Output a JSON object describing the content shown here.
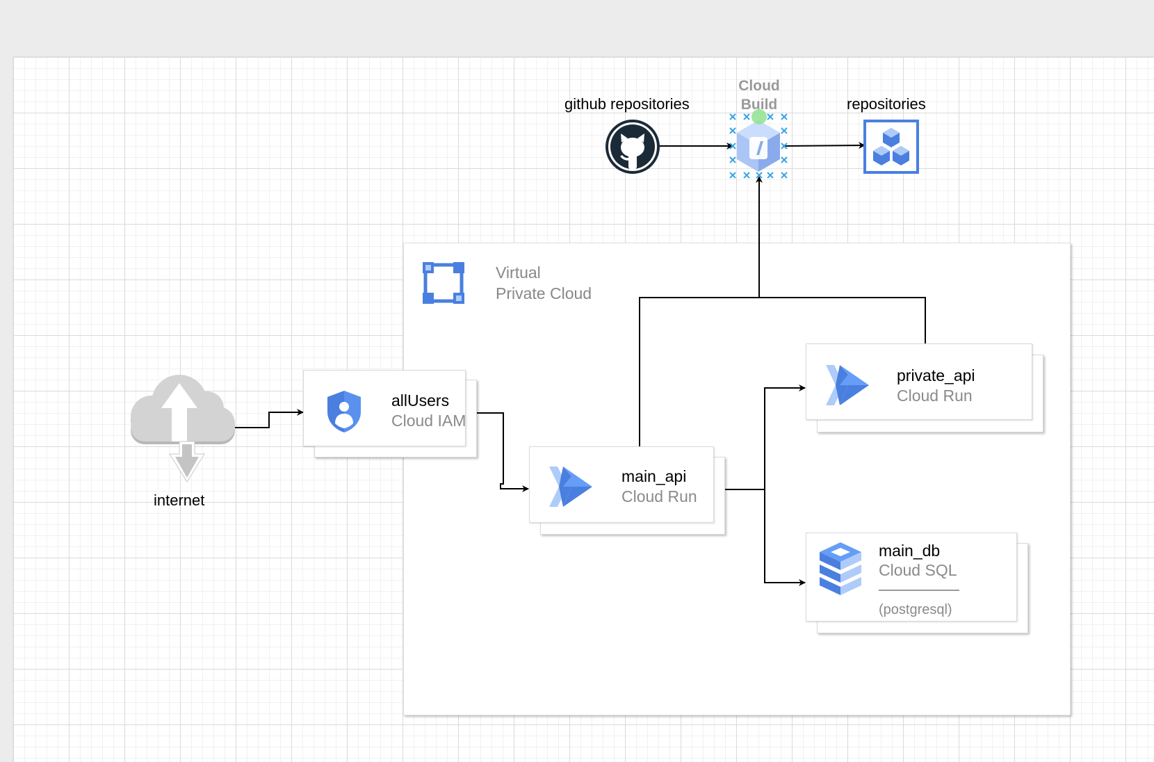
{
  "nodes": {
    "github": {
      "label": "github repositories"
    },
    "cloud_build": {
      "label_line1": "Cloud",
      "label_line2": "Build"
    },
    "repositories": {
      "label": "repositories"
    },
    "internet": {
      "label": "internet"
    },
    "vpc": {
      "label_line1": "Virtual",
      "label_line2": "Private Cloud"
    },
    "all_users": {
      "name": "allUsers",
      "type": "Cloud IAM"
    },
    "main_api": {
      "name": "main_api",
      "type": "Cloud Run"
    },
    "private_api": {
      "name": "private_api",
      "type": "Cloud Run"
    },
    "main_db": {
      "name": "main_db",
      "type": "Cloud SQL",
      "note": "(postgresql)"
    }
  },
  "colors": {
    "gcp_blue": "#4a7fe0",
    "gcp_light_blue": "#aecbfa",
    "github_dark": "#1b2a37",
    "cloud_grey": "#cfcfcf",
    "selection_handle": "#37a4e6",
    "selection_dot": "#8fe28f"
  }
}
